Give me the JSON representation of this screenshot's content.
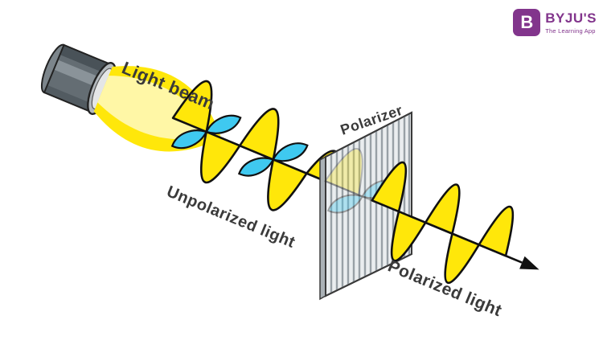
{
  "labels": {
    "light_beam": "Light beam",
    "unpolarized_light": "Unpolarized light",
    "polarizer": "Polarizer",
    "polarized_light": "Polarized light"
  },
  "logo": {
    "initial": "B",
    "brand": "BYJU'S",
    "tagline": "The Learning App"
  },
  "colors": {
    "wave_yellow": "#FFE70A",
    "beam_core": "#FFF7A6",
    "perpendicular_cyan": "#3FC9F0",
    "outline": "#1A1A1A",
    "label_gray": "#3A3A3A",
    "panel_fill": "#EAEDEF",
    "panel_stripe": "#98A0A6",
    "brand_purple": "#82358C"
  }
}
